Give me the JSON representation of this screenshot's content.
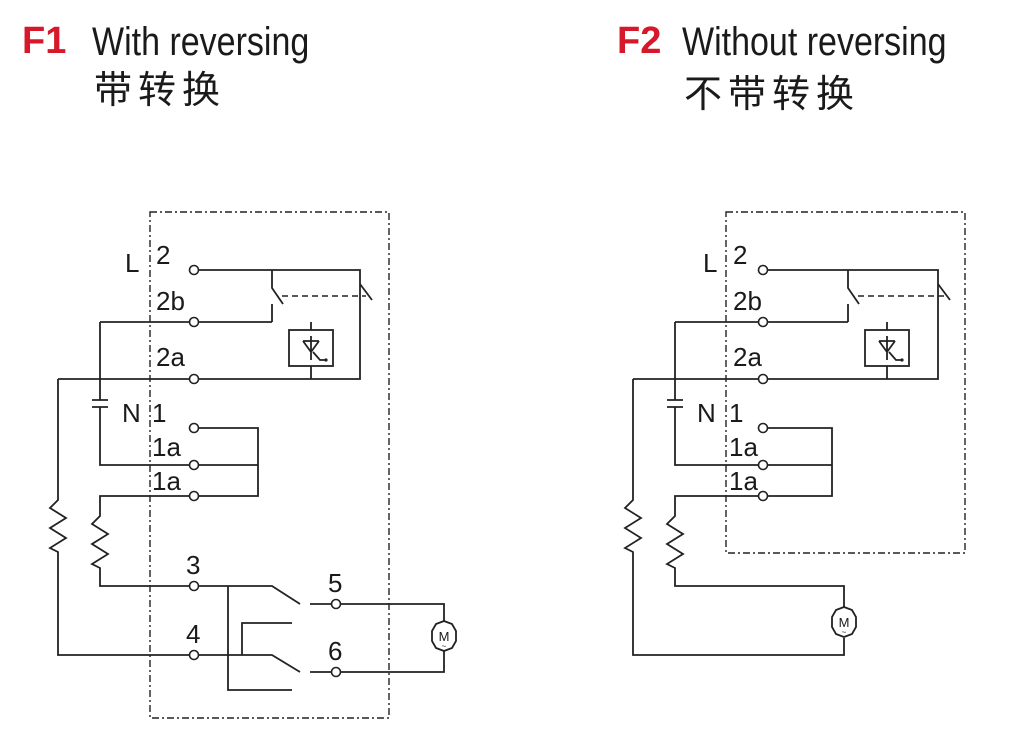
{
  "f1": {
    "code": "F1",
    "title": "With reversing",
    "title_cn": "带转换",
    "labels": {
      "L": "L",
      "t2": "2",
      "t2b": "2b",
      "t2a": "2a",
      "N": "N",
      "t1": "1",
      "t1a_1": "1a",
      "t1a_2": "1a",
      "t3": "3",
      "t4": "4",
      "t5": "5",
      "t6": "6",
      "motor": "M"
    }
  },
  "f2": {
    "code": "F2",
    "title": "Without reversing",
    "title_cn": "不带转换",
    "labels": {
      "L": "L",
      "t2": "2",
      "t2b": "2b",
      "t2a": "2a",
      "N": "N",
      "t1": "1",
      "t1a_1": "1a",
      "t1a_2": "1a",
      "motor": "M"
    }
  },
  "colors": {
    "accent": "#d7182a",
    "text": "#1a1a1a",
    "line": "#222222"
  }
}
